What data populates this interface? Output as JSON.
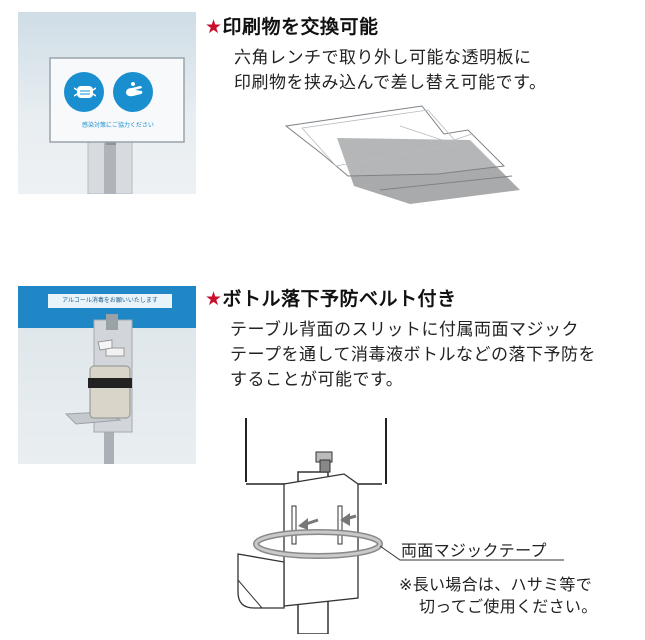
{
  "section1": {
    "heading_star": "★",
    "heading": "印刷物を交換可能",
    "body_lines": [
      "六角レンチで取り外し可能な透明板に",
      "印刷物を挟み込んで差し替え可能です。"
    ],
    "photo": {
      "sign_caption": "感染対策にご協力ください",
      "icons": [
        "mask-icon",
        "hand-sanitize-icon"
      ],
      "accent_color": "#1a8fd0"
    }
  },
  "section2": {
    "heading_star": "★",
    "heading": "ボトル落下予防ベルト付き",
    "body_lines": [
      "テーブル背面のスリットに付属両面マジック",
      "テープを通して消毒液ボトルなどの落下予防を",
      "することが可能です。"
    ],
    "photo": {
      "banner_text": "アルコール消毒をお願いいたします",
      "accent_color": "#1a8fd0"
    },
    "diagram": {
      "label": "両面マジックテープ",
      "note_lines": [
        "※長い場合は、ハサミ等で",
        "切ってご使用ください。"
      ]
    }
  }
}
